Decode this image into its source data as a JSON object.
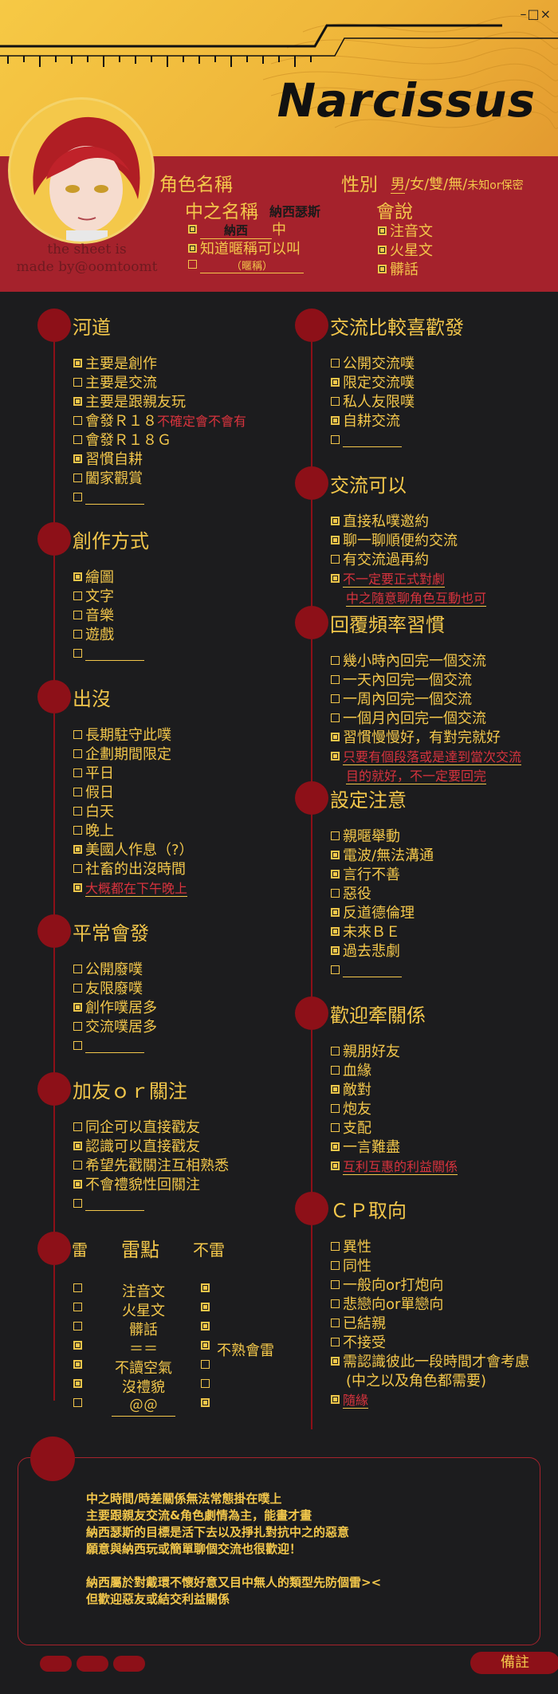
{
  "header": {
    "window_controls": "–□×",
    "title": "Narcissus",
    "credit": [
      "the sheet is",
      "made by@oomtoomt"
    ]
  },
  "profile": {
    "char_name_label": "角色名稱",
    "gender_label": "性別",
    "gender_options": {
      "male": "男",
      "rest": "/女/雙/無/",
      "unknown": "未知or保密"
    },
    "oc_name_label": "中之名稱",
    "oc_name_value": "納西瑟斯",
    "nickname_prefix": "納西",
    "nickname_suffix": "中",
    "nickname_ok": "知道暱稱可以叫",
    "nickname_blank": "（暱稱）",
    "speak_label": "會說",
    "speak_items": [
      "注音文",
      "火星文",
      "髒話"
    ]
  },
  "sections": {
    "hedao": {
      "title": "河道",
      "items": [
        {
          "t": "主要是創作",
          "on": true
        },
        {
          "t": "主要是交流",
          "on": false
        },
        {
          "t": "主要是跟親友玩",
          "on": true
        },
        {
          "t": "會發Ｒ１８",
          "on": false,
          "note": "不確定會不會有"
        },
        {
          "t": "會發Ｒ１８Ｇ",
          "on": false
        },
        {
          "t": "習慣自耕",
          "on": true
        },
        {
          "t": "闔家觀賞",
          "on": false
        },
        {
          "t": "",
          "on": false,
          "blank": true
        }
      ]
    },
    "create": {
      "title": "創作方式",
      "items": [
        {
          "t": "繪圖",
          "on": true
        },
        {
          "t": "文字",
          "on": false
        },
        {
          "t": "音樂",
          "on": false
        },
        {
          "t": "遊戲",
          "on": false
        },
        {
          "t": "",
          "on": false,
          "blank": true
        }
      ]
    },
    "appear": {
      "title": "出沒",
      "items": [
        {
          "t": "長期駐守此噗",
          "on": false
        },
        {
          "t": "企劃期間限定",
          "on": false
        },
        {
          "t": "平日",
          "on": false
        },
        {
          "t": "假日",
          "on": false
        },
        {
          "t": "白天",
          "on": false
        },
        {
          "t": "晚上",
          "on": false
        },
        {
          "t": "美國人作息（?）",
          "on": true
        },
        {
          "t": "社畜的出沒時間",
          "on": false
        },
        {
          "t": "",
          "on": true,
          "note": "大概都在下午晚上"
        }
      ]
    },
    "usual": {
      "title": "平常會發",
      "items": [
        {
          "t": "公開廢噗",
          "on": false
        },
        {
          "t": "友限廢噗",
          "on": false
        },
        {
          "t": "創作噗居多",
          "on": true
        },
        {
          "t": "交流噗居多",
          "on": false
        },
        {
          "t": "",
          "on": false,
          "blank": true
        }
      ]
    },
    "follow": {
      "title": "加友ｏｒ關注",
      "items": [
        {
          "t": "同企可以直接戳友",
          "on": false
        },
        {
          "t": "認識可以直接戳友",
          "on": true
        },
        {
          "t": "希望先戳關注互相熟悉",
          "on": false
        },
        {
          "t": "不會禮貌性回關注",
          "on": true
        },
        {
          "t": "",
          "on": false,
          "blank": true
        }
      ]
    },
    "exchange": {
      "title": "交流比較喜歡發",
      "items": [
        {
          "t": "公開交流噗",
          "on": false
        },
        {
          "t": "限定交流噗",
          "on": true
        },
        {
          "t": "私人友限噗",
          "on": false
        },
        {
          "t": "自耕交流",
          "on": true
        },
        {
          "t": "",
          "on": false,
          "blank": true
        }
      ]
    },
    "can": {
      "title": "交流可以",
      "items": [
        {
          "t": "直接私噗邀約",
          "on": true
        },
        {
          "t": "聊一聊順便約交流",
          "on": true
        },
        {
          "t": "有交流過再約",
          "on": false
        },
        {
          "t": "",
          "on": true,
          "note": "不一定要正式對劇"
        },
        {
          "t": "",
          "on": null,
          "note": "中之隨意聊角色互動也可"
        }
      ]
    },
    "reply": {
      "title": "回覆頻率習慣",
      "items": [
        {
          "t": "幾小時內回完一個交流",
          "on": false
        },
        {
          "t": "一天內回完一個交流",
          "on": false
        },
        {
          "t": "一周內回完一個交流",
          "on": false
        },
        {
          "t": "一個月內回完一個交流",
          "on": false
        },
        {
          "t": "習慣慢慢好，有對完就好",
          "on": true
        },
        {
          "t": "",
          "on": true,
          "note": "只要有個段落或是達到當次交流"
        },
        {
          "t": "",
          "on": null,
          "note": "目的就好，不一定要回完"
        }
      ]
    },
    "caution": {
      "title": "設定注意",
      "items": [
        {
          "t": "親暱舉動",
          "on": false
        },
        {
          "t": "電波/無法溝通",
          "on": true
        },
        {
          "t": "言行不善",
          "on": true
        },
        {
          "t": "惡役",
          "on": false
        },
        {
          "t": "反道德倫理",
          "on": true
        },
        {
          "t": "未來ＢＥ",
          "on": true
        },
        {
          "t": "過去悲劇",
          "on": true
        },
        {
          "t": "",
          "on": false,
          "blank": true
        }
      ]
    },
    "relation": {
      "title": "歡迎牽關係",
      "items": [
        {
          "t": "親朋好友",
          "on": false
        },
        {
          "t": "血緣",
          "on": false
        },
        {
          "t": "敵對",
          "on": true
        },
        {
          "t": "炮友",
          "on": false
        },
        {
          "t": "支配",
          "on": false
        },
        {
          "t": "一言難盡",
          "on": true
        },
        {
          "t": "",
          "on": true,
          "note": "互利互惠的利益關係"
        }
      ]
    },
    "cp": {
      "title": "ＣＰ取向",
      "items": [
        {
          "t": "異性",
          "on": false
        },
        {
          "t": "同性",
          "on": false
        },
        {
          "t": "一般向or打炮向",
          "on": false
        },
        {
          "t": "悲戀向or單戀向",
          "on": false
        },
        {
          "t": "已結親",
          "on": false
        },
        {
          "t": "不接受",
          "on": false
        },
        {
          "t": "需認識彼此一段時間才會考慮",
          "on": true
        },
        {
          "t": "(中之以及角色都需要)",
          "on": null
        },
        {
          "t": "",
          "on": true,
          "note": "隨緣"
        }
      ]
    }
  },
  "thunder": {
    "col_left": "雷",
    "col_mid": "雷點",
    "col_right": "不雷",
    "rows": [
      {
        "label": "注音文",
        "left": false,
        "right": true
      },
      {
        "label": "火星文",
        "left": false,
        "right": true
      },
      {
        "label": "髒話",
        "left": false,
        "right": true
      },
      {
        "label": "＝＝",
        "left": true,
        "right": true,
        "note": "不熟會雷"
      },
      {
        "label": "不讀空氣",
        "left": true,
        "right": false
      },
      {
        "label": "沒禮貌",
        "left": true,
        "right": false
      },
      {
        "label": "＠＠",
        "left": false,
        "right": true
      }
    ]
  },
  "remarks": {
    "lines": [
      "中之時間/時差關係無法常態掛在噗上",
      "主要跟親友交流&角色劇情為主，能畫才畫",
      "納西瑟斯的目標是活下去以及掙扎對抗中之的惡意",
      "願意與納西玩或簡單聊個交流也很歡迎！",
      "",
      "納西屬於對戴環不懷好意又目中無人的類型先防個雷><",
      "但歡迎惡友或結交利益關係"
    ],
    "button": "備註"
  },
  "colors": {
    "gold": "#f3c74b",
    "red": "#a5222c",
    "dark_red": "#8d1018",
    "bg": "#1c1c1e"
  }
}
